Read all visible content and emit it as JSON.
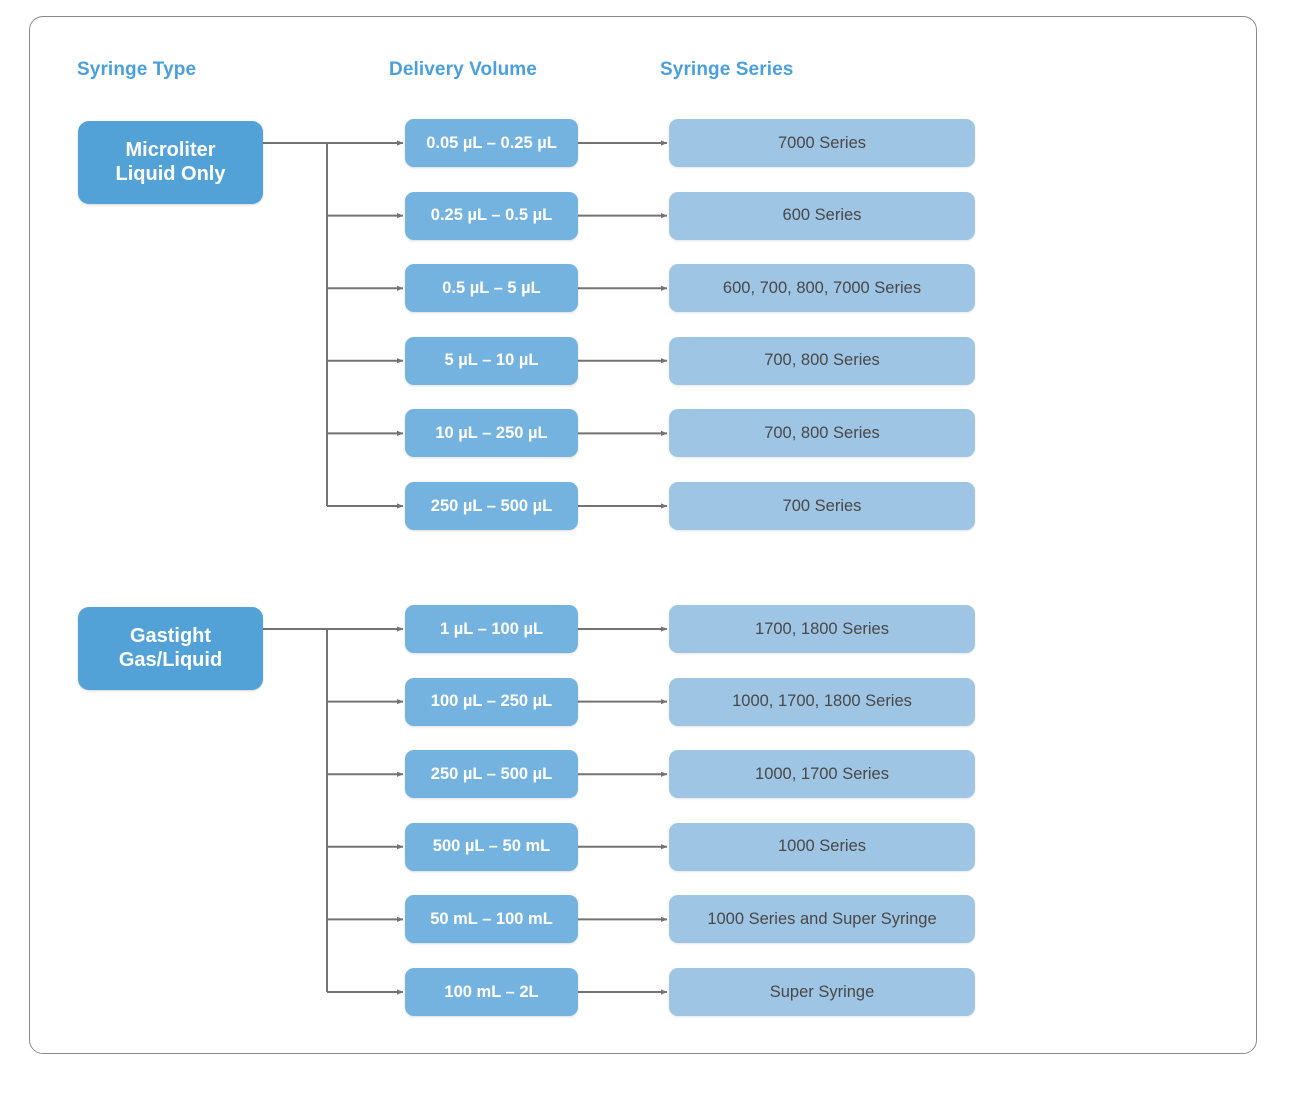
{
  "headers": {
    "type": "Syringe Type",
    "volume": "Delivery Volume",
    "series": "Syringe Series"
  },
  "colors": {
    "header_text": "#4a9fdd",
    "type_box": "#52a2d8",
    "volume_box": "#74b3e0",
    "series_box": "#9fc5e5",
    "series_text": "#484848",
    "connector": "#737373",
    "frame_border": "#8a8a8a"
  },
  "groups": [
    {
      "type_label": "Microliter\nLiquid Only",
      "rows": [
        {
          "volume": "0.05 µL – 0.25 µL",
          "series": "7000 Series"
        },
        {
          "volume": "0.25 µL – 0.5 µL",
          "series": "600 Series"
        },
        {
          "volume": "0.5 µL – 5 µL",
          "series": "600, 700, 800, 7000 Series"
        },
        {
          "volume": "5 µL – 10 µL",
          "series": "700, 800 Series"
        },
        {
          "volume": "10 µL – 250 µL",
          "series": "700, 800 Series"
        },
        {
          "volume": "250 µL – 500 µL",
          "series": "700 Series"
        }
      ]
    },
    {
      "type_label": "Gastight\nGas/Liquid",
      "rows": [
        {
          "volume": "1 µL – 100 µL",
          "series": "1700, 1800 Series"
        },
        {
          "volume": "100 µL – 250 µL",
          "series": "1000, 1700, 1800 Series"
        },
        {
          "volume": "250 µL – 500 µL",
          "series": "1000, 1700 Series"
        },
        {
          "volume": "500 µL – 50 mL",
          "series": "1000 Series"
        },
        {
          "volume": "50 mL – 100 mL",
          "series": "1000 Series and Super Syringe"
        },
        {
          "volume": "100 mL – 2L",
          "series": "Super Syringe"
        }
      ]
    }
  ]
}
